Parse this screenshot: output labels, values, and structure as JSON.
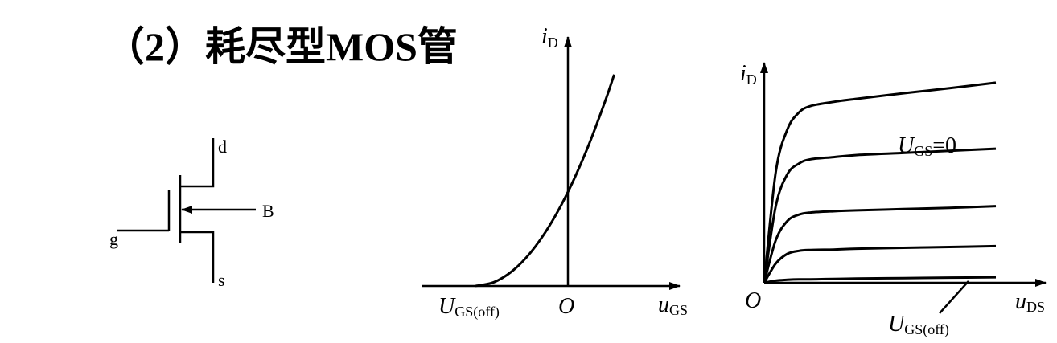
{
  "title": "（2）耗尽型MOS管",
  "symbol": {
    "drain_label": "d",
    "gate_label": "g",
    "source_label": "s",
    "body_label": "B"
  },
  "transfer_chart": {
    "y_axis": {
      "symbol": "i",
      "subscript": "D"
    },
    "x_axis": {
      "symbol": "u",
      "subscript": "GS"
    },
    "origin": "O",
    "pinch_off": {
      "symbol": "U",
      "subscript": "GS(off)"
    }
  },
  "output_chart": {
    "y_axis": {
      "symbol": "i",
      "subscript": "D"
    },
    "x_axis": {
      "symbol": "u",
      "subscript": "DS"
    },
    "origin": "O",
    "curve_label_zero": {
      "symbol": "U",
      "subscript": "GS",
      "value": "=0"
    },
    "curve_label_off": {
      "symbol": "U",
      "subscript": "GS(off)"
    }
  },
  "chart_data": [
    {
      "type": "line",
      "title": "",
      "xlabel": "u_GS",
      "ylabel": "i_D",
      "x": [
        -1.0,
        -0.8,
        -0.6,
        -0.4,
        -0.2,
        0.0,
        0.2,
        0.4,
        0.5
      ],
      "series": [
        {
          "values": [
            0.0,
            0.04,
            0.16,
            0.36,
            0.64,
            1.0,
            1.44,
            1.96,
            2.25
          ]
        }
      ],
      "annotations": [
        "U_GS(off)",
        "O"
      ]
    },
    {
      "type": "line",
      "title": "",
      "xlabel": "u_DS",
      "ylabel": "i_D",
      "x": [
        0,
        0.5,
        1,
        1.5,
        2,
        3,
        4,
        6,
        8,
        10
      ],
      "series": [
        {
          "values": [
            0,
            2.6,
            3.6,
            4.0,
            4.15,
            4.25,
            4.32,
            4.45,
            4.57,
            4.7
          ]
        },
        {
          "values": [
            0,
            1.8,
            2.55,
            2.8,
            2.9,
            2.95,
            3.0,
            3.05,
            3.1,
            3.15
          ]
        },
        {
          "values": [
            0,
            1.0,
            1.45,
            1.6,
            1.65,
            1.68,
            1.7,
            1.73,
            1.76,
            1.8
          ]
        },
        {
          "values": [
            0,
            0.45,
            0.68,
            0.75,
            0.77,
            0.78,
            0.8,
            0.82,
            0.84,
            0.86
          ]
        },
        {
          "values": [
            0,
            0.05,
            0.07,
            0.08,
            0.08,
            0.09,
            0.1,
            0.11,
            0.12,
            0.13
          ]
        }
      ],
      "annotations": [
        "U_GS=0",
        "U_GS(off)",
        "O"
      ]
    }
  ]
}
